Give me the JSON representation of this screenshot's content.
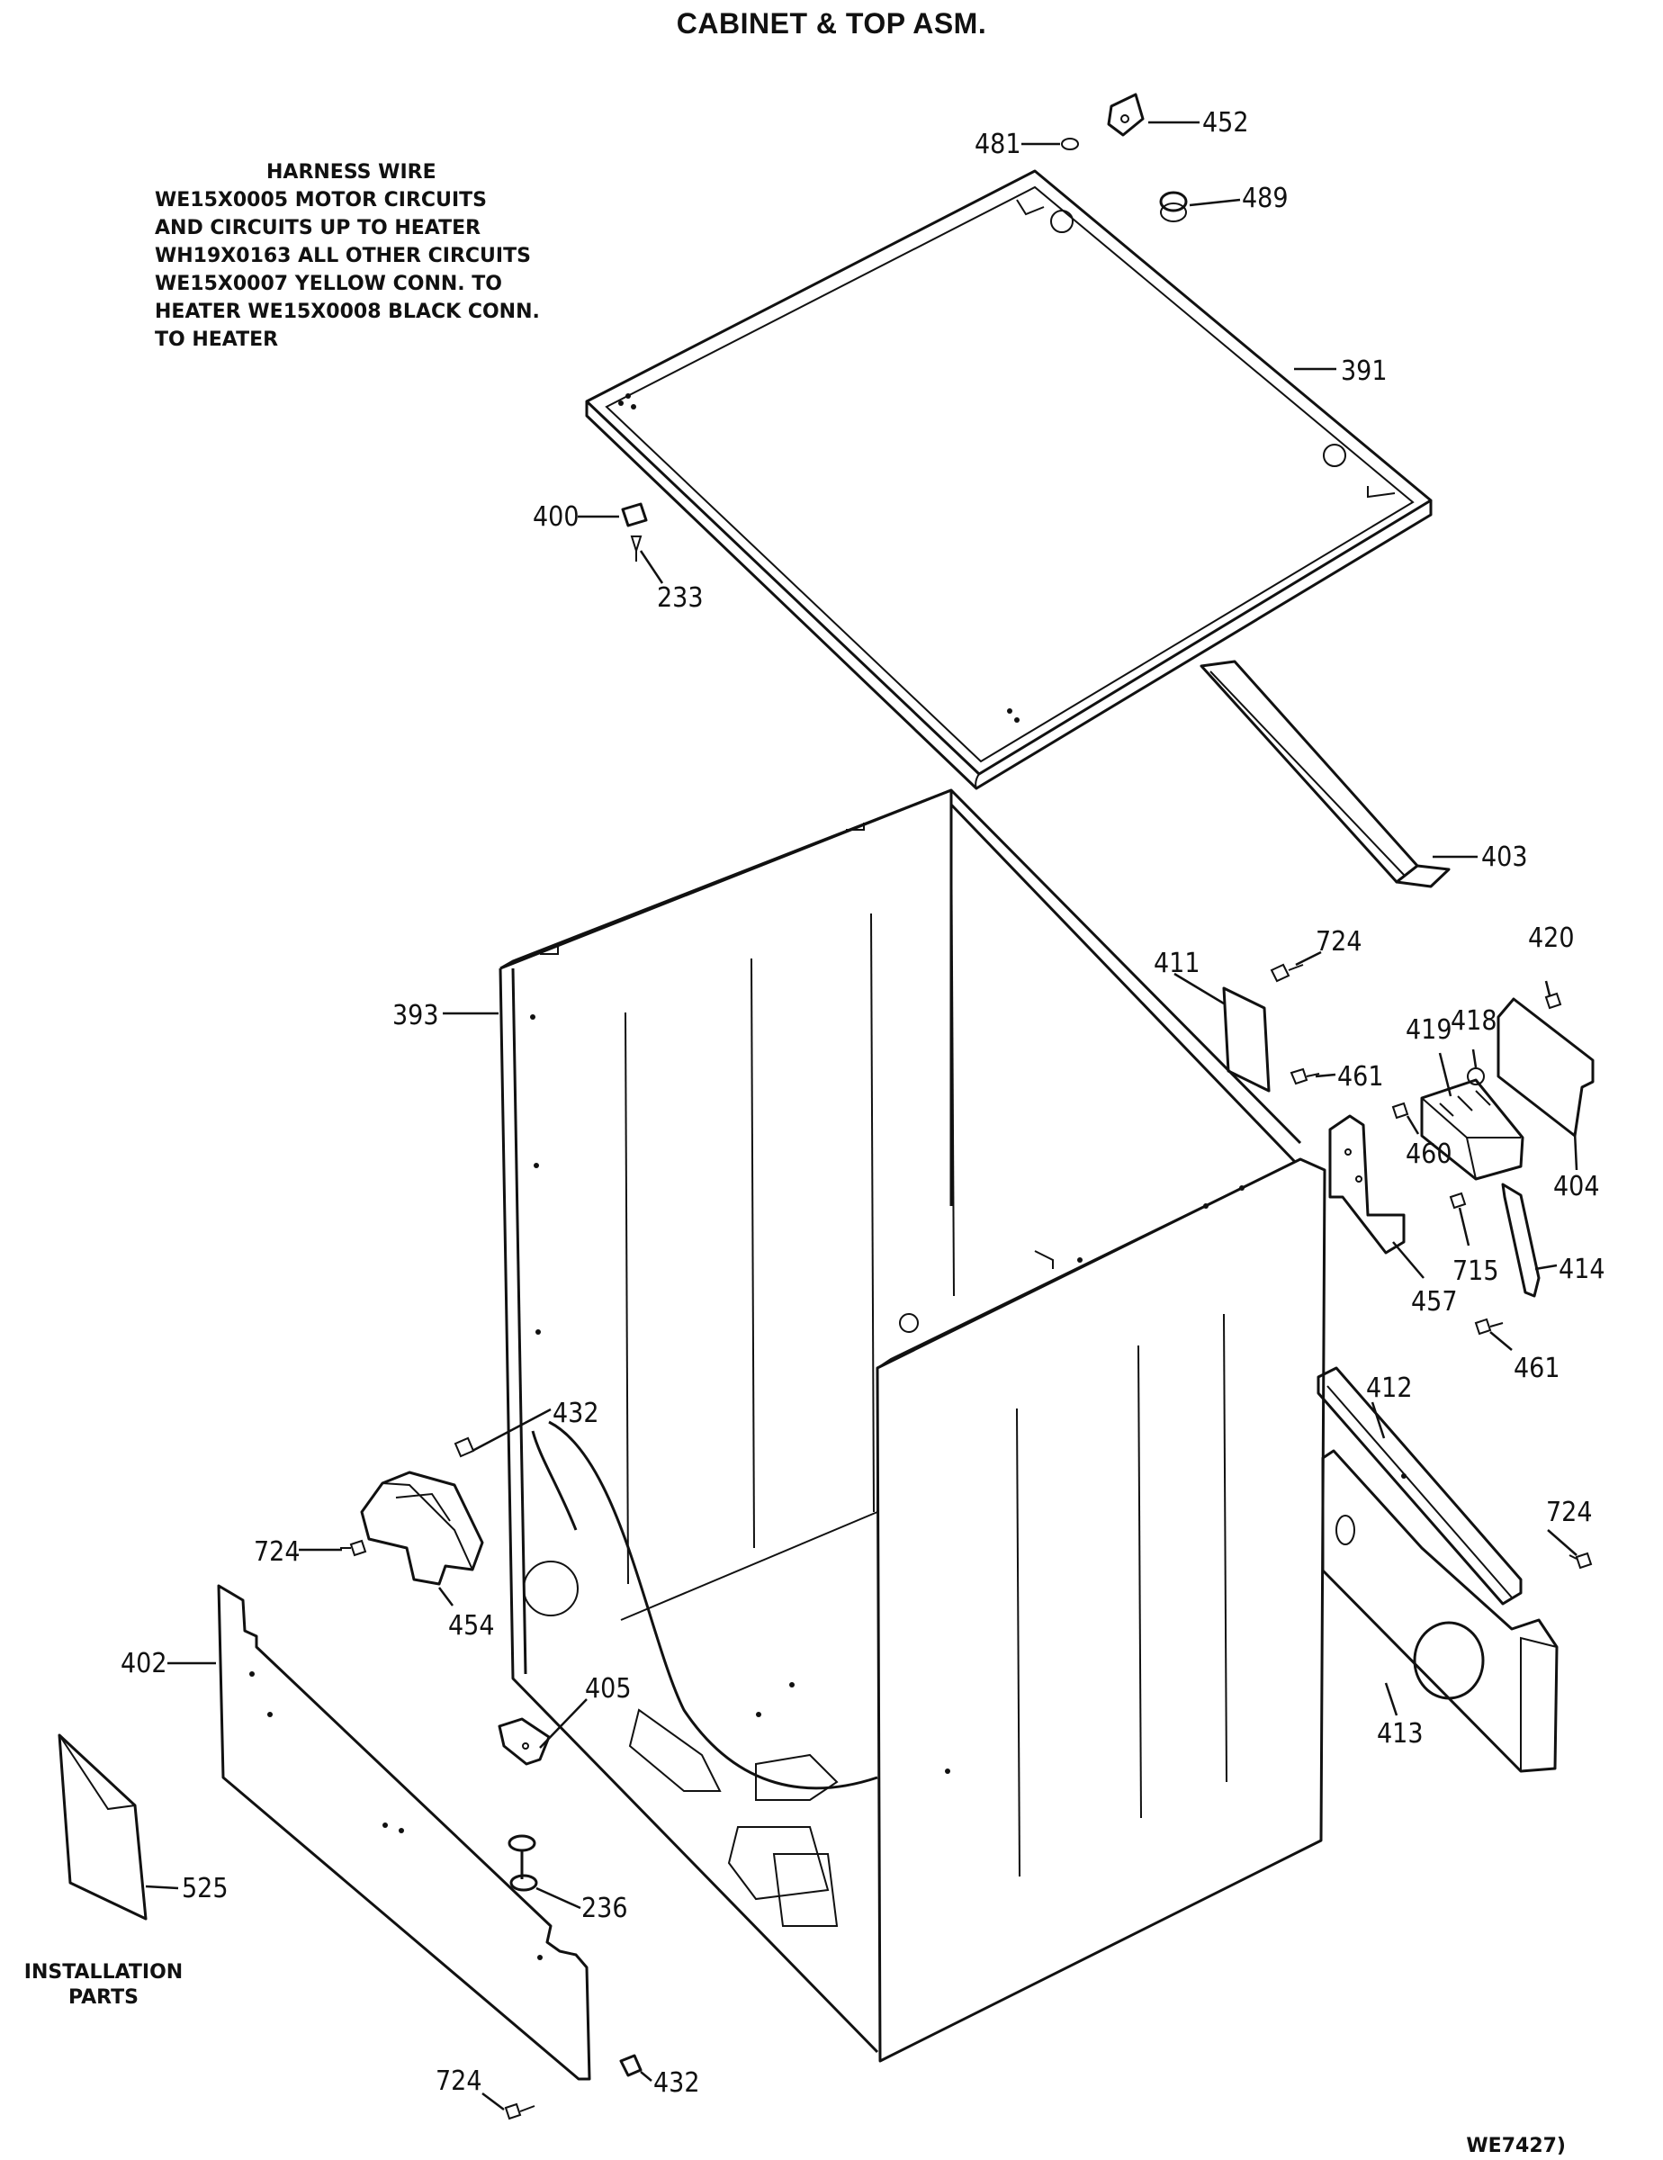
{
  "title": "CABINET & TOP ASM.",
  "harness_note": {
    "heading": "HARNESS WIRE",
    "lines": [
      "WE15X0005 MOTOR CIRCUITS",
      "AND CIRCUITS UP TO HEATER",
      "WH19X0163 ALL OTHER CIRCUITS",
      "WE15X0007 YELLOW CONN. TO",
      "HEATER WE15X0008 BLACK CONN.",
      "TO HEATER"
    ]
  },
  "installation_label": [
    "INSTALLATION",
    "PARTS"
  ],
  "drawing_code": "WE7427)",
  "callouts": {
    "p481": "481",
    "p452": "452",
    "p489": "489",
    "p391": "391",
    "p400": "400",
    "p233": "233",
    "p403": "403",
    "p724a": "724",
    "p411": "411",
    "p420": "420",
    "p419": "419",
    "p418": "418",
    "p393": "393",
    "p461a": "461",
    "p460": "460",
    "p404": "404",
    "p715": "715",
    "p414": "414",
    "p457": "457",
    "p461b": "461",
    "p412": "412",
    "p432a": "432",
    "p724b": "724",
    "p724c": "724",
    "p454": "454",
    "p402": "402",
    "p405": "405",
    "p413": "413",
    "p236": "236",
    "p525": "525",
    "p724d": "724",
    "p432b": "432"
  }
}
